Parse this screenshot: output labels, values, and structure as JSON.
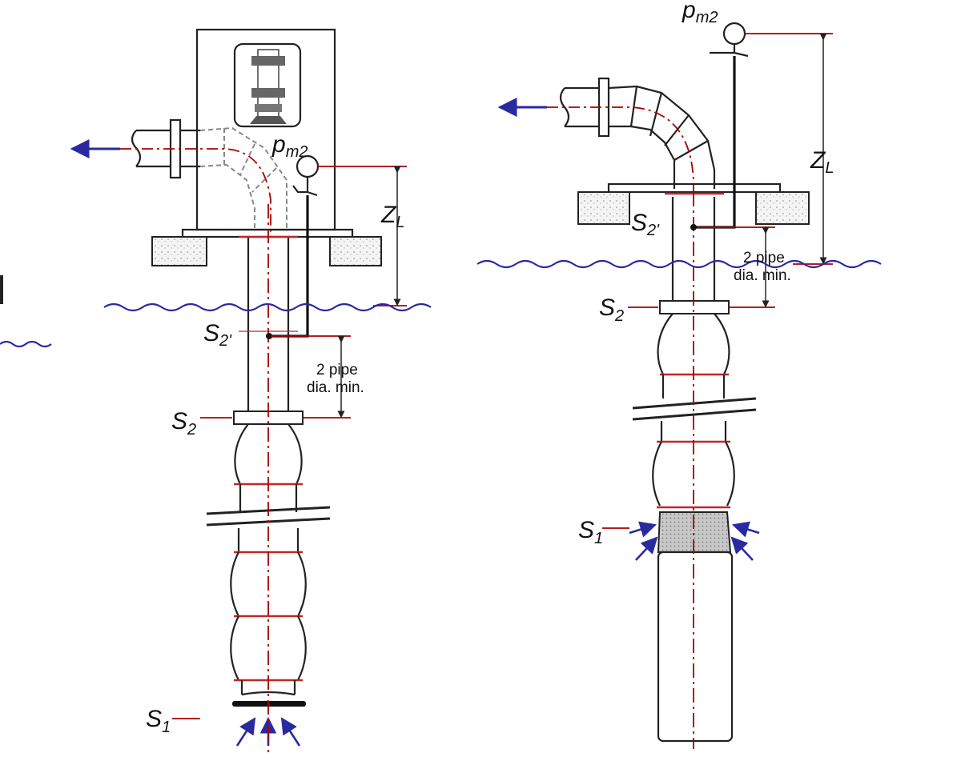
{
  "figure": {
    "colors": {
      "ink": "#222222",
      "centerline": "#c0282a",
      "water": "#2a2aa0",
      "arrow": "#2a2aa0"
    },
    "left_pump": {
      "pm2_main": "p",
      "pm2_sub": "m2",
      "zl_main": "Z",
      "zl_sub": "L",
      "s2prime_main": "S",
      "s2prime_sub": "2'",
      "pipe_note_line1": "2 pipe",
      "pipe_note_line2": "dia. min.",
      "s2_main": "S",
      "s2_sub": "2",
      "s1_main": "S",
      "s1_sub": "1"
    },
    "right_pump": {
      "pm2_main": "p",
      "pm2_sub": "m2",
      "zl_main": "Z",
      "zl_sub": "L",
      "s2prime_main": "S",
      "s2prime_sub": "2'",
      "pipe_note_line1": "2 pipe",
      "pipe_note_line2": "dia. min.",
      "s2_main": "S",
      "s2_sub": "2",
      "s1_main": "S",
      "s1_sub": "1"
    }
  }
}
